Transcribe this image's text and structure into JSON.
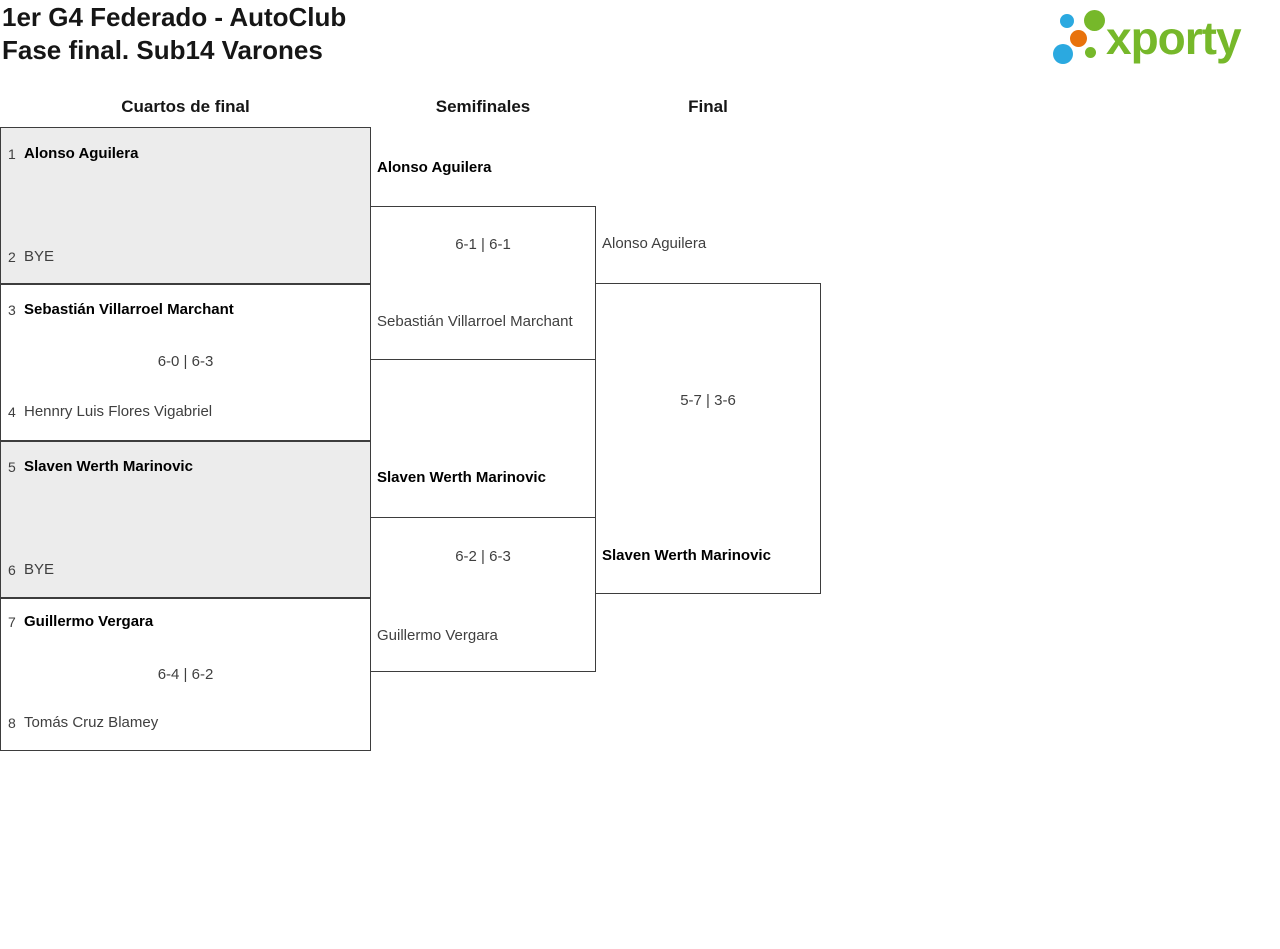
{
  "header": {
    "title_line1": "1er G4 Federado - AutoClub",
    "title_line2": "Fase final. Sub14 Varones"
  },
  "brand": {
    "wordmark": "xporty",
    "green": "#76b82a",
    "blue": "#2ba9e0",
    "orange": "#e8720c"
  },
  "bracket": {
    "rounds": [
      "Cuartos de final",
      "Semifinales",
      "Final"
    ],
    "quarterfinals": [
      {
        "seed_top": "1",
        "player_top": "Alonso Aguilera",
        "seed_bottom": "2",
        "player_bottom": "BYE"
      },
      {
        "seed_top": "3",
        "player_top": "Sebastián Villarroel Marchant",
        "seed_bottom": "4",
        "player_bottom": "Hennry Luis Flores Vigabriel",
        "score": "6-0 | 6-3"
      },
      {
        "seed_top": "5",
        "player_top": "Slaven Werth Marinovic",
        "seed_bottom": "6",
        "player_bottom": "BYE"
      },
      {
        "seed_top": "7",
        "player_top": "Guillermo Vergara",
        "seed_bottom": "8",
        "player_bottom": "Tomás Cruz Blamey",
        "score": "6-4 | 6-2"
      }
    ],
    "semifinals": [
      {
        "winner": "Alonso Aguilera",
        "loser": "Sebastián Villarroel Marchant",
        "score": "6-1 | 6-1"
      },
      {
        "winner": "Slaven Werth Marinovic",
        "loser": "Guillermo Vergara",
        "score": "6-2 | 6-3"
      }
    ],
    "final": {
      "player_top": "Alonso Aguilera",
      "score": "5-7 | 3-6",
      "winner": "Slaven Werth Marinovic"
    }
  }
}
